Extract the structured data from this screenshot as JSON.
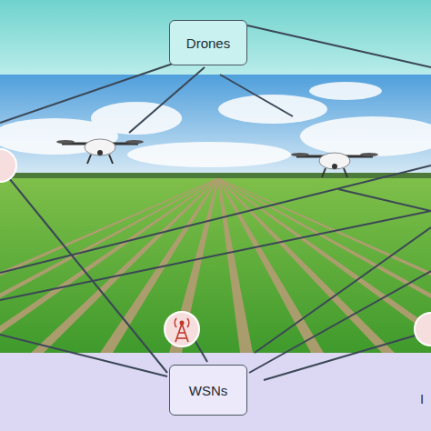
{
  "diagram": {
    "nodes": [
      {
        "text": [
          "Drones"
        ]
      },
      {
        "text": [
          "WSNs"
        ]
      }
    ],
    "labels": [
      "I"
    ]
  }
}
